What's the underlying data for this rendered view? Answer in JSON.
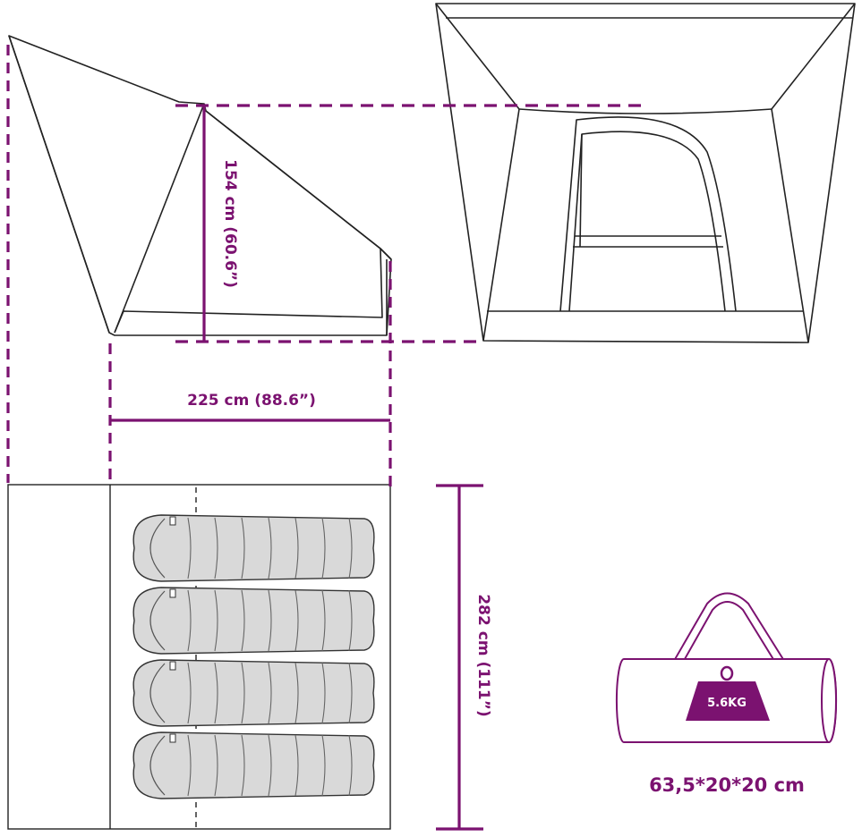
{
  "colors": {
    "accent": "#7b1270",
    "line": "#222222",
    "bag_fill": "#d9d9d9",
    "tent_fill": "#ffffff"
  },
  "dimensions": {
    "height_label": "154 cm (60.6”)",
    "width_label": "225 cm (88.6”)",
    "length_label": "282 cm (111”)"
  },
  "package": {
    "weight_label": "5.6KG",
    "size_label": "63,5*20*20 cm"
  },
  "sleeping_bags": 4
}
